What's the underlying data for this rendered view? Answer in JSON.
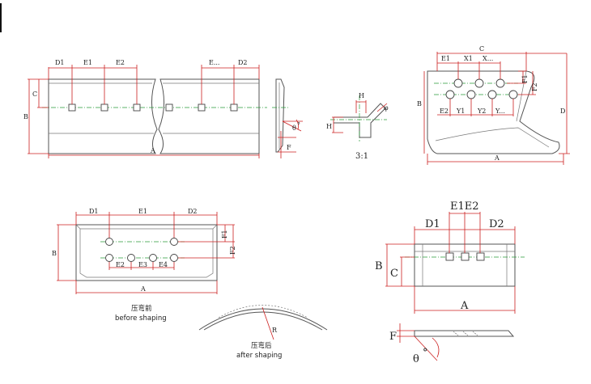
{
  "labels": {
    "A": "A",
    "B": "B",
    "C": "C",
    "D": "D",
    "D1": "D1",
    "D2": "D2",
    "E1": "E1",
    "E2": "E2",
    "E3": "E3",
    "E4": "E4",
    "E_ellipsis": "E...",
    "E1E2": "E1E2",
    "F": "F",
    "F1": "F1",
    "F2": "F2",
    "H": "H",
    "R": "R",
    "X1": "X1",
    "X_ellipsis": "X...",
    "Y1": "Y1",
    "Y2": "Y2",
    "Y_ellipsis": "Y...",
    "theta": "θ",
    "degree": "°",
    "phi": "φ"
  },
  "scale": "3:1",
  "captions": {
    "before_cn": "压弯前",
    "before_en": "before shaping",
    "after_cn": "压弯后",
    "after_en": "after shaping"
  }
}
